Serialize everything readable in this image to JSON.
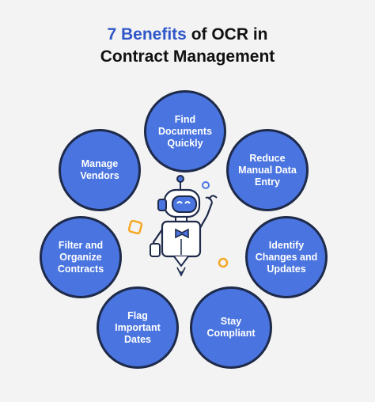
{
  "title": {
    "accent": "7 Benefits",
    "rest_line1": " of OCR in",
    "line2": "Contract Management"
  },
  "benefits": [
    {
      "label": "Find\nDocuments\nQuickly"
    },
    {
      "label": "Reduce\nManual Data\nEntry"
    },
    {
      "label": "Identify\nChanges and\nUpdates"
    },
    {
      "label": "Stay\nCompliant"
    },
    {
      "label": "Flag\nImportant\nDates"
    },
    {
      "label": "Filter and\nOrganize\nContracts"
    },
    {
      "label": "Manage\nVendors"
    }
  ],
  "colors": {
    "circle_fill": "#4a74df",
    "circle_outline": "#1e2a4a",
    "title_accent": "#2f57c9",
    "background": "#f3f3f3"
  },
  "illustration": "robot-icon"
}
